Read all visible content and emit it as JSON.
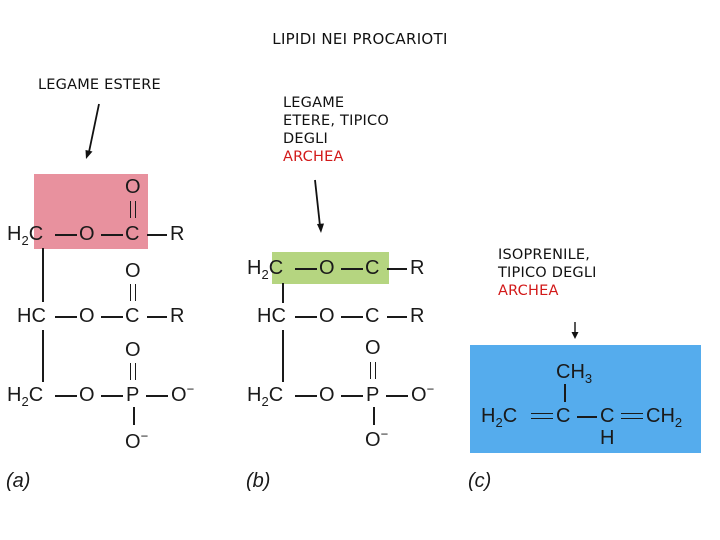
{
  "title": "LIPIDI NEI PROCARIOTI",
  "annotations": {
    "a": {
      "lines": [
        "LEGAME ESTERE"
      ]
    },
    "b": {
      "lines": [
        "LEGAME",
        "ETERE, TIPICO",
        "DEGLI"
      ],
      "highlight": "ARCHEA"
    },
    "c": {
      "lines": [
        "ISOPRENILE,",
        "TIPICO DEGLI"
      ],
      "highlight": "ARCHEA"
    }
  },
  "colors": {
    "ester_highlight": "#e8919e",
    "ether_highlight": "#b5d580",
    "isoprene_highlight": "#55aced",
    "archea_text": "#d21a1a"
  },
  "panels": {
    "a": {
      "label": "(a)",
      "row1": {
        "left": "H",
        "left_sub": "2",
        "left_tail": "C",
        "o": "O",
        "c": "C",
        "r": "R",
        "top_o": "O"
      },
      "row2": {
        "left": "HC",
        "o": "O",
        "c": "C",
        "r": "R",
        "top_o": "O"
      },
      "row3": {
        "left": "H",
        "left_sub": "2",
        "left_tail": "C",
        "o": "O",
        "p": "P",
        "r": "O",
        "r_sup": "−",
        "top_o": "O",
        "bottom_o": "O",
        "bottom_sup": "−"
      }
    },
    "b": {
      "label": "(b)",
      "row1": {
        "left": "H",
        "left_sub": "2",
        "left_tail": "C",
        "o": "O",
        "c": "C",
        "r": "R"
      },
      "row2": {
        "left": "HC",
        "o": "O",
        "c": "C",
        "r": "R"
      },
      "row3": {
        "left": "H",
        "left_sub": "2",
        "left_tail": "C",
        "o": "O",
        "p": "P",
        "r": "O",
        "r_sup": "−",
        "top_o": "O",
        "bottom_o": "O",
        "bottom_sup": "−"
      }
    },
    "c": {
      "label": "(c)",
      "top": "CH",
      "top_sub": "3",
      "left": "H",
      "left_sub": "2",
      "left_tail": "C",
      "c1": "C",
      "c2": "C",
      "c2_h": "H",
      "right": "CH",
      "right_sub": "2"
    }
  }
}
